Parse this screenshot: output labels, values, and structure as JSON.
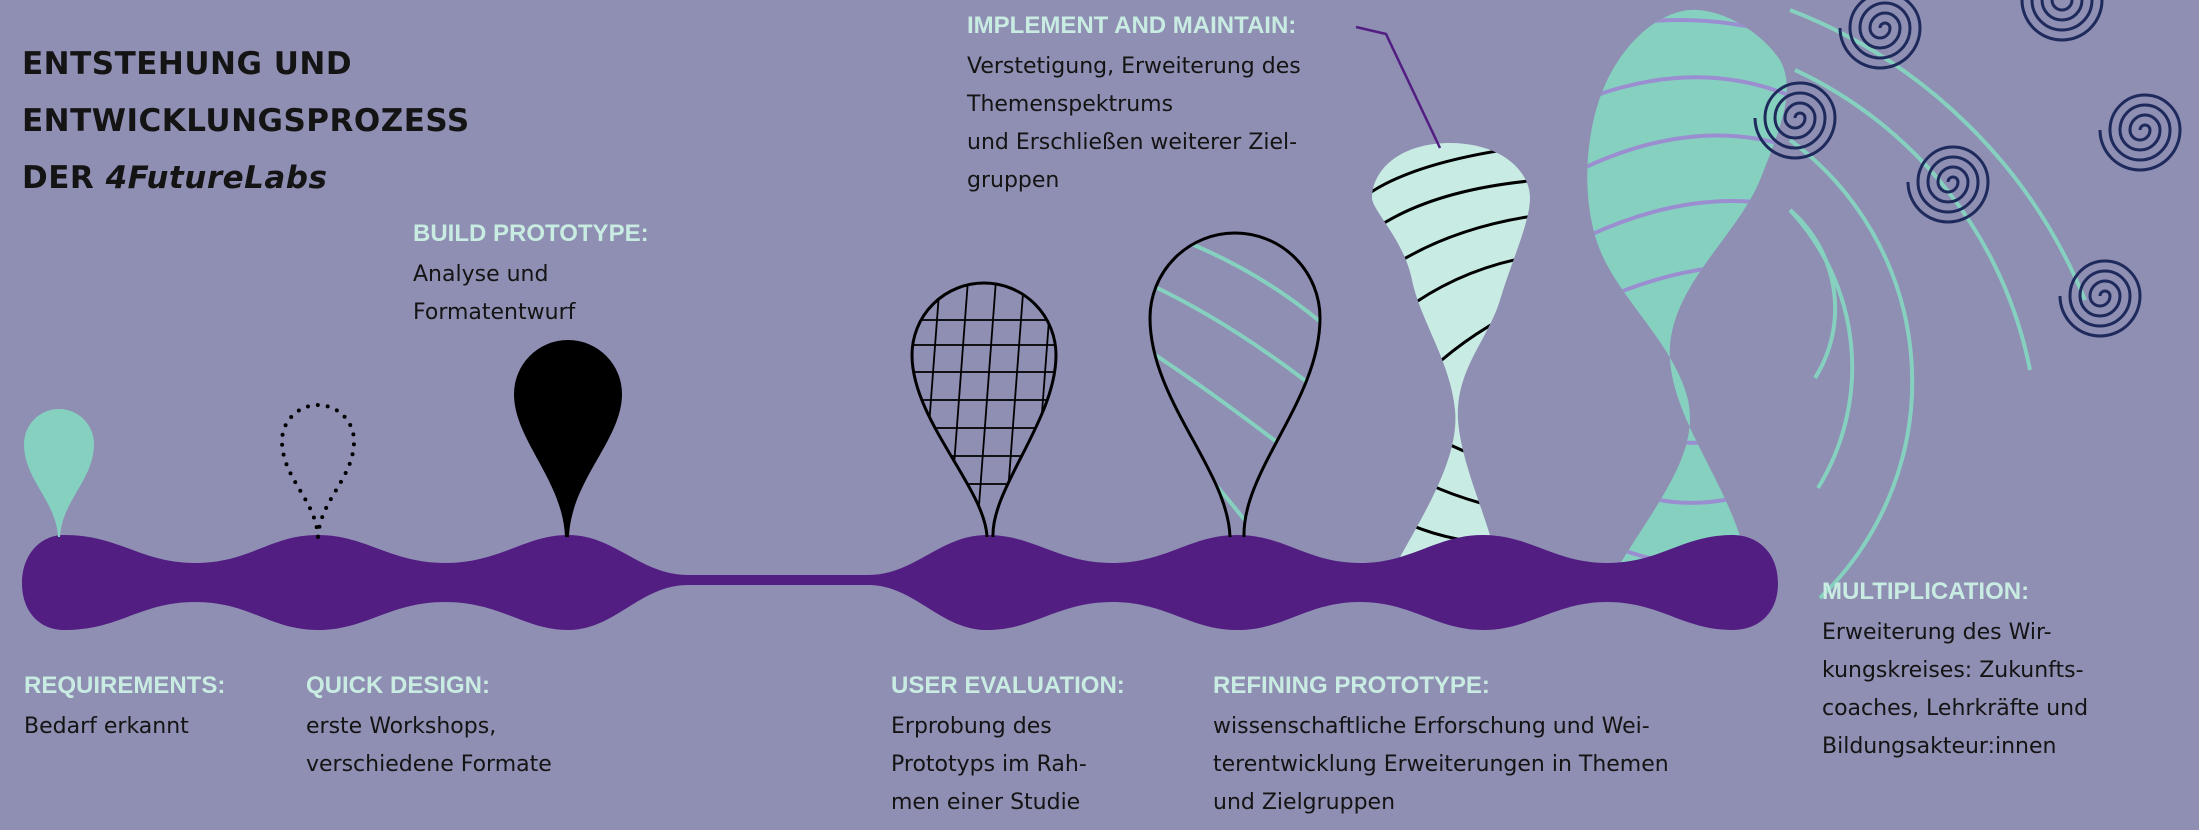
{
  "title": {
    "line1": "ENTSTEHUNG UND",
    "line2": "ENTWICKLUNGSPROZESS",
    "line3_prefix": "DER ",
    "line3_brand": "4FutureLabs"
  },
  "colors": {
    "background": "#8f8eb3",
    "track": "#521e82",
    "mint": "#86d0c0",
    "mint_light": "#c8ebe3",
    "heading": "#c9ece2",
    "lavender": "#9b8ed0",
    "navy": "#1e2a5c",
    "black": "#000000"
  },
  "steps": {
    "requirements": {
      "heading": "REQUIREMENTS:",
      "lines": [
        "Bedarf erkannt"
      ]
    },
    "quick_design": {
      "heading": "QUICK DESIGN:",
      "lines": [
        "erste Workshops,",
        "verschiedene Formate"
      ]
    },
    "build_prototype": {
      "heading": "BUILD PROTOTYPE:",
      "lines": [
        "Analyse und",
        "Formatentwurf"
      ]
    },
    "user_evaluation": {
      "heading": "USER EVALUATION:",
      "lines": [
        "Erprobung des",
        "Prototyps im Rah-",
        "men einer Studie"
      ]
    },
    "refining_prototype": {
      "heading": "REFINING PROTOTYPE:",
      "lines": [
        "wissenschaftliche Erforschung und Wei-",
        "terentwicklung Erweiterungen in Themen",
        "und Zielgruppen"
      ]
    },
    "implement_maintain": {
      "heading": "IMPLEMENT AND MAINTAIN:",
      "lines": [
        "Verstetigung, Erweiterung des",
        "Themenspektrums",
        "und Erschließen weiterer Ziel-",
        "gruppen"
      ]
    },
    "multiplication": {
      "heading": "MULTIPLICATION:",
      "lines": [
        "Erweiterung des Wir-",
        "kungskreises: Zukunfts-",
        "coaches, Lehrkräfte und",
        "Bildungsakteur:innen"
      ]
    }
  }
}
